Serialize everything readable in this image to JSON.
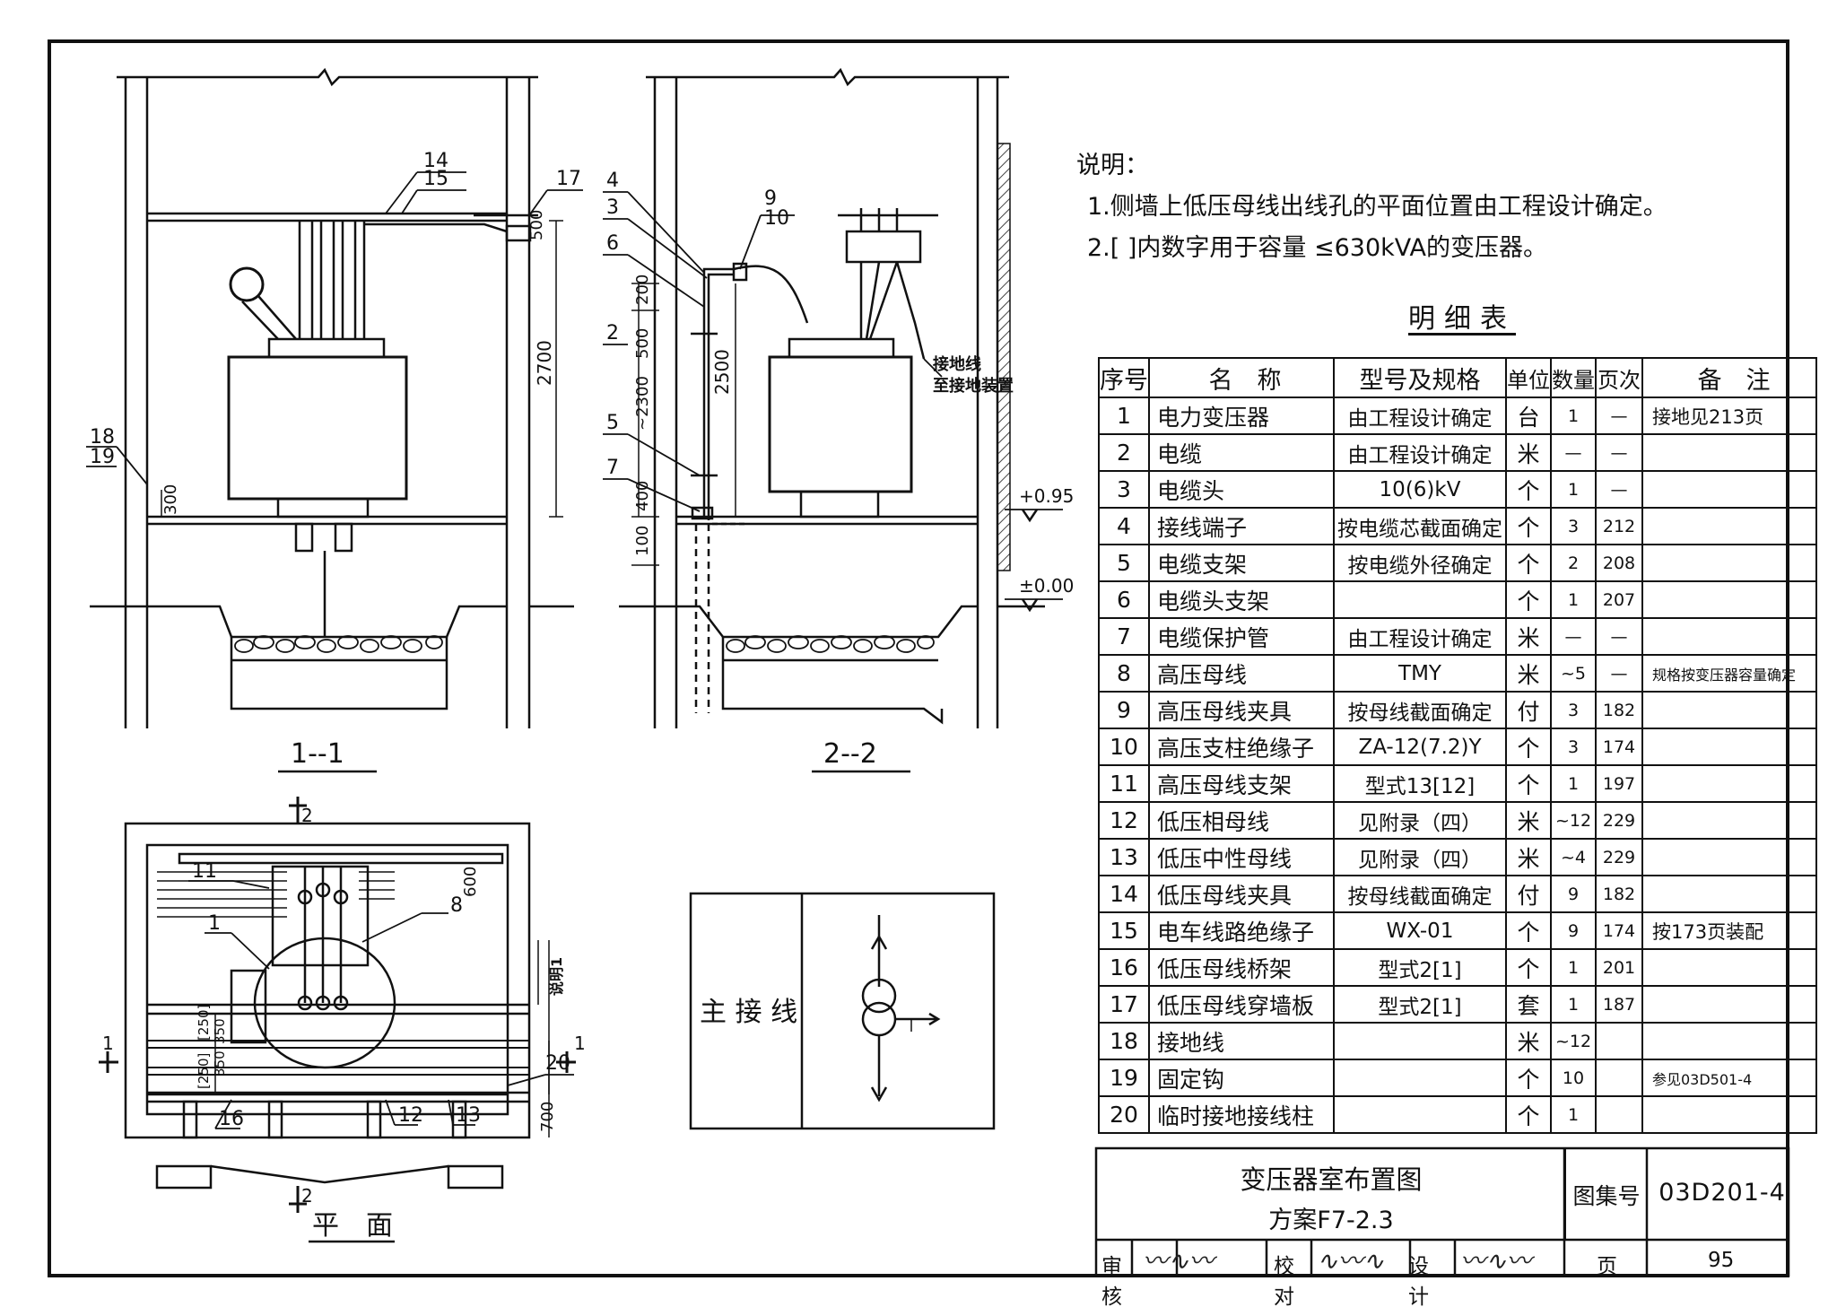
{
  "notes": {
    "title": "说明：",
    "items": [
      "1.侧墙上低压母线出线孔的平面位置由工程设计确定。",
      "2.[ ]内数字用于容量 ≤630kVA的变压器。"
    ]
  },
  "schedule": {
    "title": "明细表",
    "headers": [
      "序号",
      "名　称",
      "型号及规格",
      "单位",
      "数量",
      "页次",
      "备　注"
    ],
    "rows": [
      [
        "1",
        "电力变压器",
        "由工程设计确定",
        "台",
        "1",
        "—",
        "接地见213页"
      ],
      [
        "2",
        "电缆",
        "由工程设计确定",
        "米",
        "—",
        "—",
        ""
      ],
      [
        "3",
        "电缆头",
        "10(6)kV",
        "个",
        "1",
        "—",
        ""
      ],
      [
        "4",
        "接线端子",
        "按电缆芯截面确定",
        "个",
        "3",
        "212",
        ""
      ],
      [
        "5",
        "电缆支架",
        "按电缆外径确定",
        "个",
        "2",
        "208",
        ""
      ],
      [
        "6",
        "电缆头支架",
        "",
        "个",
        "1",
        "207",
        ""
      ],
      [
        "7",
        "电缆保护管",
        "由工程设计确定",
        "米",
        "—",
        "—",
        ""
      ],
      [
        "8",
        "高压母线",
        "TMY",
        "米",
        "~5",
        "—",
        "规格按变压器容量确定"
      ],
      [
        "9",
        "高压母线夹具",
        "按母线截面确定",
        "付",
        "3",
        "182",
        ""
      ],
      [
        "10",
        "高压支柱绝缘子",
        "ZA-12(7.2)Y",
        "个",
        "3",
        "174",
        ""
      ],
      [
        "11",
        "高压母线支架",
        "型式13[12]",
        "个",
        "1",
        "197",
        ""
      ],
      [
        "12",
        "低压相母线",
        "见附录（四）",
        "米",
        "~12",
        "229",
        ""
      ],
      [
        "13",
        "低压中性母线",
        "见附录（四）",
        "米",
        "~4",
        "229",
        ""
      ],
      [
        "14",
        "低压母线夹具",
        "按母线截面确定",
        "付",
        "9",
        "182",
        ""
      ],
      [
        "15",
        "电车线路绝缘子",
        "WX-01",
        "个",
        "9",
        "174",
        "按173页装配"
      ],
      [
        "16",
        "低压母线桥架",
        "型式2[1]",
        "个",
        "1",
        "201",
        ""
      ],
      [
        "17",
        "低压母线穿墙板",
        "型式2[1]",
        "套",
        "1",
        "187",
        ""
      ],
      [
        "18",
        "接地线",
        "",
        "米",
        "~12",
        "",
        ""
      ],
      [
        "19",
        "固定钩",
        "",
        "个",
        "10",
        "",
        "参见03D501-4"
      ],
      [
        "20",
        "临时接地接线柱",
        "",
        "个",
        "1",
        "",
        ""
      ]
    ]
  },
  "title_block": {
    "title": "变压器室布置图",
    "scheme": "方案F7-2.3",
    "set_label": "图集号",
    "set_no": "03D201-4",
    "review_label": "审核",
    "check_label": "校对",
    "design_label": "设计",
    "page_label": "页",
    "page_no": "95"
  },
  "drawings": {
    "section_1": "1--1",
    "section_2": "2--2",
    "plan": "平　面",
    "main_wiring": "主 接 线",
    "ground_text_1": "接地线",
    "ground_text_2": "至接地装置",
    "elev_top": "+0.95",
    "elev_ground": "±0.00",
    "dim_300": "300",
    "dim_500": "500",
    "dim_2700": "2700",
    "dim_200": "200",
    "dim_500b": "500",
    "dim_2300": "~2300",
    "dim_2500": "2500",
    "dim_400": "400",
    "dim_100": "100",
    "dim_600": "600",
    "dim_700": "700",
    "dim_250a": "[250]",
    "dim_250b": "[250]",
    "dim_350a": "350",
    "dim_350b": "350",
    "note_ref": "说明1",
    "cut_1": "1",
    "cut_2": "2",
    "callouts": [
      "1",
      "2",
      "3",
      "4",
      "5",
      "6",
      "7",
      "8",
      "9",
      "10",
      "11",
      "12",
      "13",
      "14",
      "15",
      "16",
      "17",
      "18",
      "19",
      "20"
    ]
  },
  "colors": {
    "ink": "#111111",
    "paper": "#ffffff",
    "hatch": "#444444"
  }
}
